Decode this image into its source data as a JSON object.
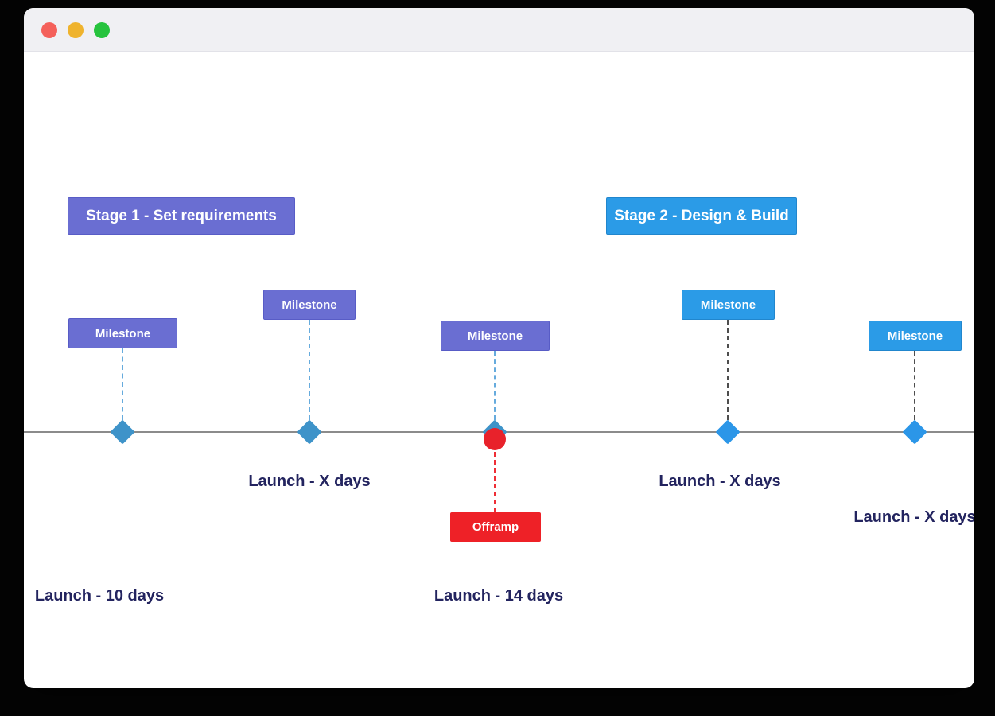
{
  "window": {
    "controls": {
      "close_label": "close",
      "minimize_label": "minimize",
      "zoom_label": "zoom"
    }
  },
  "colors": {
    "stage_purple": "#6a6ed2",
    "stage_blue": "#2b9be7",
    "diamond_teal": "#3e93c9",
    "diamond_bright": "#2b96e8",
    "offramp_red": "#ee2127",
    "timeline_gray": "#8b8b8b",
    "label_navy": "#23245f",
    "connector_blue": "#66abdd",
    "connector_dark": "#4d4d4d",
    "traffic_red": "#f4605a",
    "traffic_yellow": "#efb32d",
    "traffic_green": "#26c33d"
  },
  "stages": [
    {
      "label": "Stage 1 - Set requirements",
      "variant": "purple"
    },
    {
      "label": "Stage 2 - Design & Build",
      "variant": "blue"
    }
  ],
  "milestones": [
    {
      "label": "Milestone",
      "variant": "purple",
      "connector": "blue-dashed"
    },
    {
      "label": "Milestone",
      "variant": "purple",
      "connector": "blue-dashed"
    },
    {
      "label": "Milestone",
      "variant": "purple",
      "connector": "blue-dashed"
    },
    {
      "label": "Milestone",
      "variant": "blue",
      "connector": "dark-dashed"
    },
    {
      "label": "Milestone",
      "variant": "blue",
      "connector": "dark-dashed"
    }
  ],
  "offramp": {
    "label": "Offramp",
    "marker": "red-circle",
    "connector": "red-dashed"
  },
  "launch_labels": [
    {
      "label": "Launch - X days"
    },
    {
      "label": "Launch - X days"
    },
    {
      "label": "Launch - X days"
    },
    {
      "label": "Launch - 10 days"
    },
    {
      "label": "Launch - 14 days"
    }
  ]
}
